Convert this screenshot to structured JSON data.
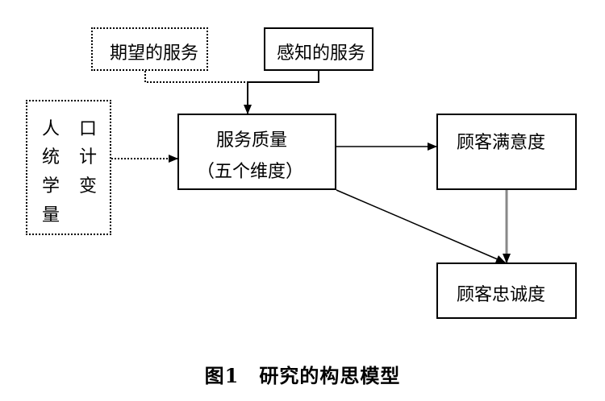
{
  "nodes": {
    "expected": "期望的服务",
    "perceived": "感知的服务",
    "quality_l1": "服务质量",
    "quality_l2": "（五个维度）",
    "satisfaction": "顾客满意度",
    "loyalty": "顾客忠诚度",
    "demo_c1": [
      "人",
      "统",
      "学",
      "量"
    ],
    "demo_c2": [
      "口",
      "计",
      "变"
    ]
  },
  "caption": "图1　研究的构思模型",
  "colors": {
    "line": "#000000",
    "gray_line": "#888888"
  }
}
